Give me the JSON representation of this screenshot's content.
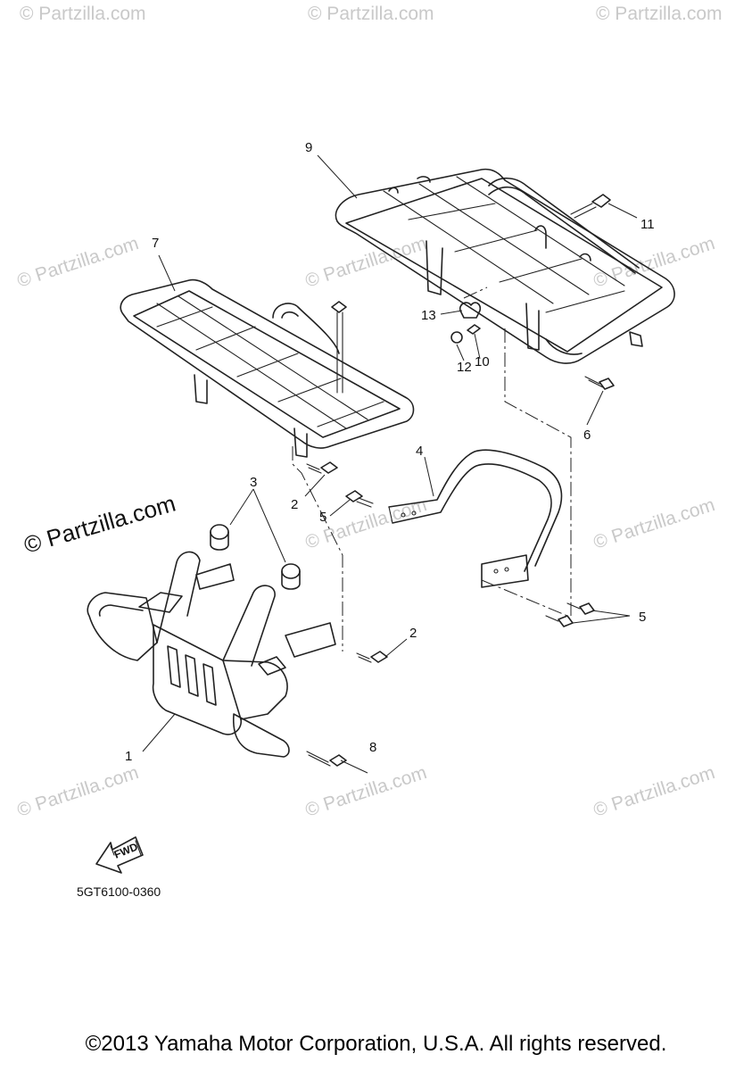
{
  "watermark_text": "© Partzilla.com",
  "watermark_main": "© Partzilla.com",
  "callouts": {
    "c1": "1",
    "c2a": "2",
    "c2b": "2",
    "c3": "3",
    "c4": "4",
    "c5a": "5",
    "c5b": "5",
    "c6": "6",
    "c7": "7",
    "c8": "8",
    "c9": "9",
    "c10": "10",
    "c11": "11",
    "c12": "12",
    "c13": "13"
  },
  "fwd_label": "FWD",
  "diagram_code": "5GT6100-0360",
  "copyright": "©2013 Yamaha Motor Corporation, U.S.A. All rights reserved."
}
